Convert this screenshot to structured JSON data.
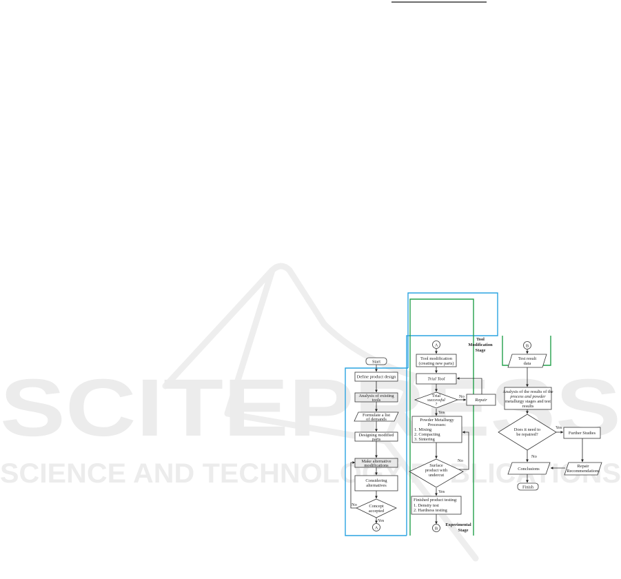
{
  "watermark": {
    "title": "SCITEPRESS",
    "subtitle": "SCIENCE AND TECHNOLOGY PUBLICATIONS"
  },
  "stages": {
    "tool_modification": [
      "Tool",
      "Modification",
      "Stage"
    ],
    "experimental": [
      "Experimental",
      "Stage"
    ]
  },
  "nodes": {
    "start": "Start",
    "define_design": "Define product design",
    "analysis_tools": [
      "Analysis of existing",
      "tools"
    ],
    "list_demands": [
      "Formulate a list",
      "of demands"
    ],
    "designing_parts": [
      "Designing modified",
      "parts"
    ],
    "make_alternatives": [
      "Make alternative",
      "modifications"
    ],
    "considering": [
      "Considering",
      "alternatives"
    ],
    "concept_accepted": [
      "Concept",
      "accepted"
    ],
    "connector_a_bottom": "A",
    "connector_a_top": "A",
    "tool_modification": [
      "Tool modification",
      "(creating new parts)"
    ],
    "trial_tool": "Trial Tool",
    "trial_successful": [
      "Trial",
      "successful",
      "?"
    ],
    "repair": "Repair",
    "pm_processes": [
      "Powder Metallurgy",
      "Processes:",
      "1.  Mixing",
      "2.  Compacting",
      "3.  Sintering"
    ],
    "surface_product": [
      "Surface",
      "product with",
      "undercut"
    ],
    "finished_testing": [
      "Finished product testing:",
      "1.    Density test",
      "2.    Hardness testing"
    ],
    "connector_b_bottom": "B",
    "connector_b_top": "B",
    "test_result": [
      "Test result",
      "data"
    ],
    "analysis_results": [
      "Analysis of the results of the",
      "process and powder",
      "metallurgy stages and test",
      "results"
    ],
    "need_repair": [
      "Does it need to",
      "be repaired?"
    ],
    "further_studies": "Further Studies",
    "repair_recommendations": [
      "Repair",
      "Recommendations"
    ],
    "conclusions": "Conclusions",
    "finish": "Finish"
  },
  "edge_labels": {
    "yes": "Yes",
    "no": "No"
  }
}
